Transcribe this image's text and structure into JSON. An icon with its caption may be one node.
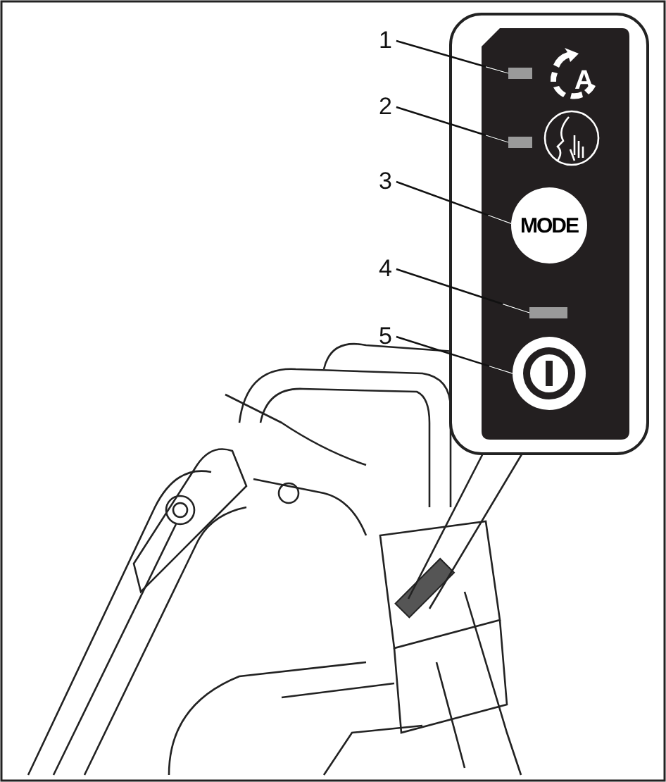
{
  "diagram": {
    "nodes": [
      {
        "text": [
          "1"
        ]
      },
      {
        "text": [
          "2"
        ]
      },
      {
        "text": [
          "3"
        ]
      },
      {
        "text": [
          "4"
        ]
      },
      {
        "text": [
          "5"
        ]
      },
      {
        "text": [],
        "shape": "bar"
      },
      {
        "text": [],
        "shape": "bar"
      },
      {
        "text": [
          "MODE"
        ]
      },
      {
        "text": [],
        "shape": "bar"
      },
      {
        "text": [],
        "shape": "circle"
      }
    ],
    "edges": [
      {
        "from": 0,
        "to": 5,
        "arrow": "none"
      },
      {
        "from": 1,
        "to": 6,
        "arrow": "none"
      },
      {
        "from": 2,
        "to": 7,
        "arrow": "none"
      },
      {
        "from": 3,
        "to": 8,
        "arrow": "none"
      },
      {
        "from": 4,
        "to": 9,
        "arrow": "none"
      }
    ],
    "labels": [
      "A"
    ]
  }
}
